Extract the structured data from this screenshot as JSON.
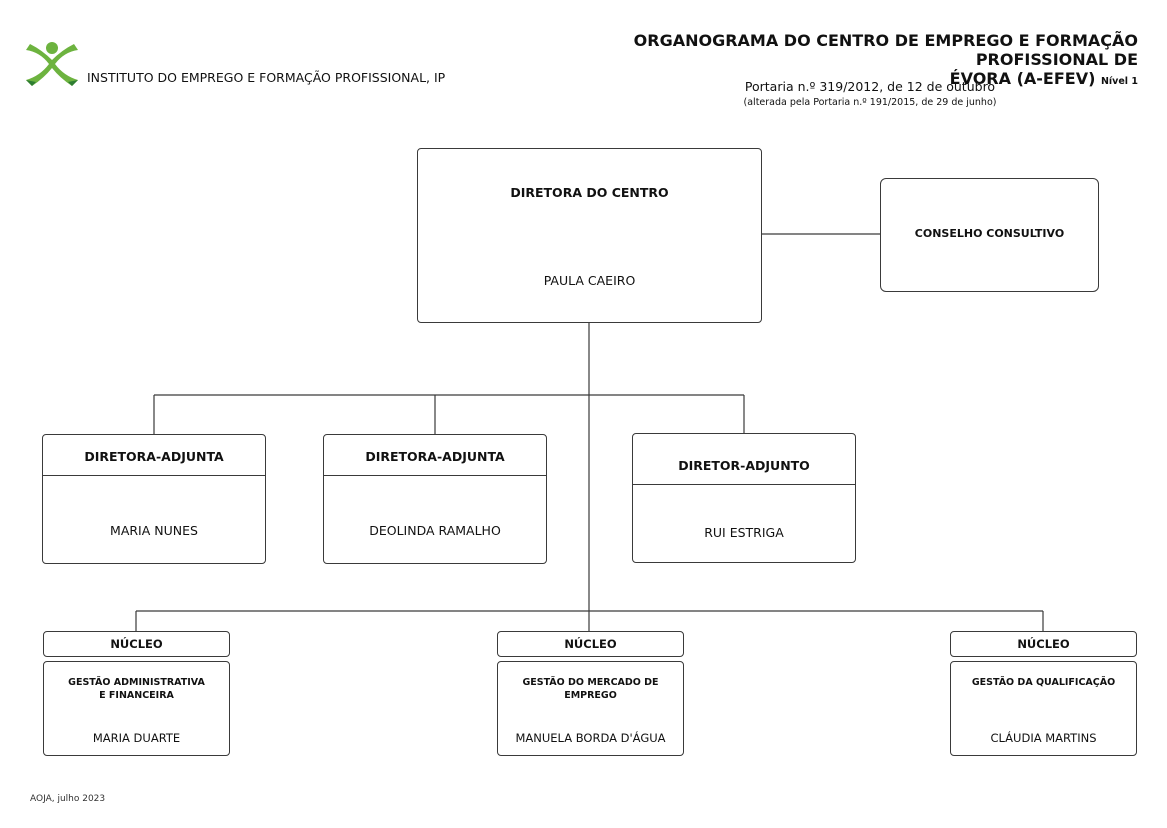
{
  "header": {
    "org_name": "INSTITUTO DO EMPREGO E FORMAÇÃO PROFISSIONAL, IP",
    "title_line1": "ORGANOGRAMA DO  CENTRO DE EMPREGO E FORMAÇÃO PROFISSIONAL DE",
    "title_line2": "ÉVORA (A-EFEV)",
    "level": "Nível 1",
    "law": "Portaria n.º 319/2012, de 12 de outubro",
    "law_note": "(alterada pela Portaria n.º 191/2015, de 29 de junho)"
  },
  "director": {
    "title": "DIRETORA DO CENTRO",
    "name": "PAULA CAEIRO"
  },
  "council": {
    "title": "CONSELHO CONSULTIVO"
  },
  "deputies": [
    {
      "title": "DIRETORA-ADJUNTA",
      "name": "MARIA NUNES"
    },
    {
      "title": "DIRETORA-ADJUNTA",
      "name": "DEOLINDA RAMALHO"
    },
    {
      "title": "DIRETOR-ADJUNTO",
      "name": "RUI ESTRIGA"
    }
  ],
  "nucleos": [
    {
      "header": "NÚCLEO",
      "title_line1": "GESTÃO ADMINISTRATIVA",
      "title_line2": "E FINANCEIRA",
      "name": "MARIA DUARTE"
    },
    {
      "header": "NÚCLEO",
      "title_line1": "GESTÃO DO MERCADO DE EMPREGO",
      "title_line2": "",
      "name": "MANUELA BORDA D'ÁGUA"
    },
    {
      "header": "NÚCLEO",
      "title_line1": "GESTÃO DA QUALIFICAÇÃO",
      "title_line2": "",
      "name": "CLÁUDIA MARTINS"
    }
  ],
  "footer": "AOJA, julho 2023",
  "colors": {
    "logo_green": "#6db33f",
    "logo_dark": "#2e7d32",
    "line": "#3a3a3a"
  }
}
